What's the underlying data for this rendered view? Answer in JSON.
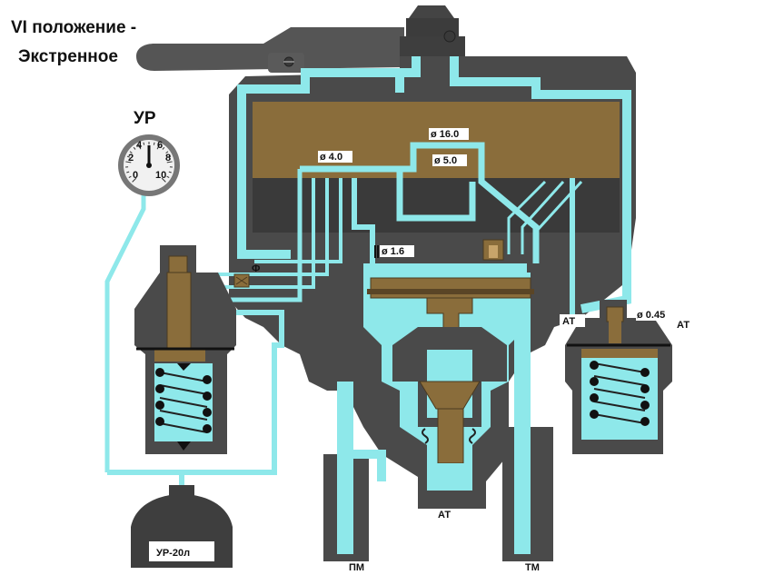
{
  "title": {
    "line1": "VI положение -",
    "line2": "Экстренное"
  },
  "gauge": {
    "label": "УР",
    "ticks": [
      "0",
      "2",
      "4",
      "6",
      "8",
      "10"
    ]
  },
  "reservoir": {
    "label": "УР-20л"
  },
  "dimensions": {
    "d16": "ø 16.0",
    "d5": "ø 5.0",
    "d4": "ø 4.0",
    "d16b": "ø 1.6",
    "d045": "ø 0.45"
  },
  "ports": {
    "filter": "Ф",
    "at_left": "АТ",
    "at_right": "АТ",
    "at_bottom": "АТ",
    "pm": "ПМ",
    "tm": "ТМ"
  },
  "colors": {
    "body": "#4a4a4a",
    "air": "#8ee8ea",
    "brass": "#8a6d3b",
    "dark": "#2a2a2a",
    "plate": "#2e2e2e"
  }
}
